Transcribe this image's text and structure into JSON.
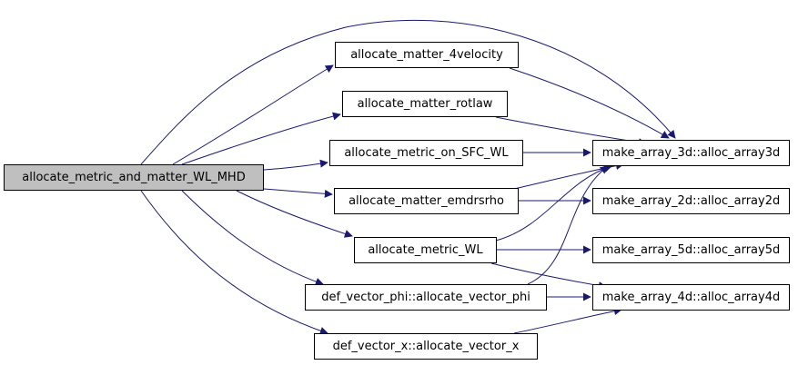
{
  "colors": {
    "edge": "#191970",
    "root_fill": "#bfbfbf",
    "node_fill": "#ffffff",
    "node_border": "#000000"
  },
  "nodes": {
    "root": "allocate_metric_and_matter_WL_MHD",
    "matter_4velocity": "allocate_matter_4velocity",
    "matter_rotlaw": "allocate_matter_rotlaw",
    "metric_on_sfc": "allocate_metric_on_SFC_WL",
    "matter_emdrsrho": "allocate_matter_emdrsrho",
    "metric_wl": "allocate_metric_WL",
    "vector_phi": "def_vector_phi::allocate_vector_phi",
    "vector_x": "def_vector_x::allocate_vector_x",
    "array3d": "make_array_3d::alloc_array3d",
    "array2d": "make_array_2d::alloc_array2d",
    "array5d": "make_array_5d::alloc_array5d",
    "array4d": "make_array_4d::alloc_array4d"
  },
  "edges": [
    [
      "root",
      "matter_4velocity"
    ],
    [
      "root",
      "matter_rotlaw"
    ],
    [
      "root",
      "metric_on_sfc"
    ],
    [
      "root",
      "matter_emdrsrho"
    ],
    [
      "root",
      "metric_wl"
    ],
    [
      "root",
      "vector_phi"
    ],
    [
      "root",
      "vector_x"
    ],
    [
      "root",
      "array3d"
    ],
    [
      "matter_4velocity",
      "array3d"
    ],
    [
      "matter_rotlaw",
      "array3d"
    ],
    [
      "metric_on_sfc",
      "array3d"
    ],
    [
      "matter_emdrsrho",
      "array3d"
    ],
    [
      "matter_emdrsrho",
      "array2d"
    ],
    [
      "metric_wl",
      "array3d"
    ],
    [
      "metric_wl",
      "array5d"
    ],
    [
      "metric_wl",
      "array4d"
    ],
    [
      "vector_phi",
      "array3d"
    ],
    [
      "vector_phi",
      "array4d"
    ],
    [
      "vector_x",
      "array4d"
    ]
  ]
}
